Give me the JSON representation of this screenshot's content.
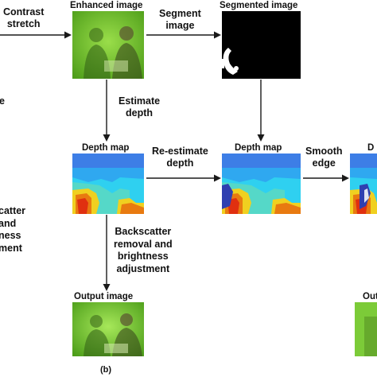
{
  "colors": {
    "text": "#111111",
    "arrow": "#1a1a1a",
    "underwater_green": "#6fbf2c",
    "depth_blue": "#2f6fe0",
    "depth_cyan": "#2fd0f0",
    "depth_yellow": "#f0d020",
    "depth_red": "#e03010",
    "segmented_bg": "#000000"
  },
  "left_partial": {
    "contrast_stretch": "Contrast\nstretch",
    "fragment_e": "e",
    "backscatter": "catter\nand\nness\nment"
  },
  "images": {
    "enhanced": "Enhanced image",
    "segmented": "Segmented image",
    "depth1": "Depth map",
    "depth2": "Depth map",
    "depth3_partial": "D",
    "output": "Output image",
    "output2_partial": "Out"
  },
  "steps": {
    "segment": "Segment\nimage",
    "estimate": "Estimate\ndepth",
    "reestimate": "Re-estimate\ndepth",
    "smooth": "Smooth\nedge",
    "backscatter_removal": "Backscatter\nremoval and\nbrightness\nadjustment"
  },
  "panel_label": "(b)"
}
